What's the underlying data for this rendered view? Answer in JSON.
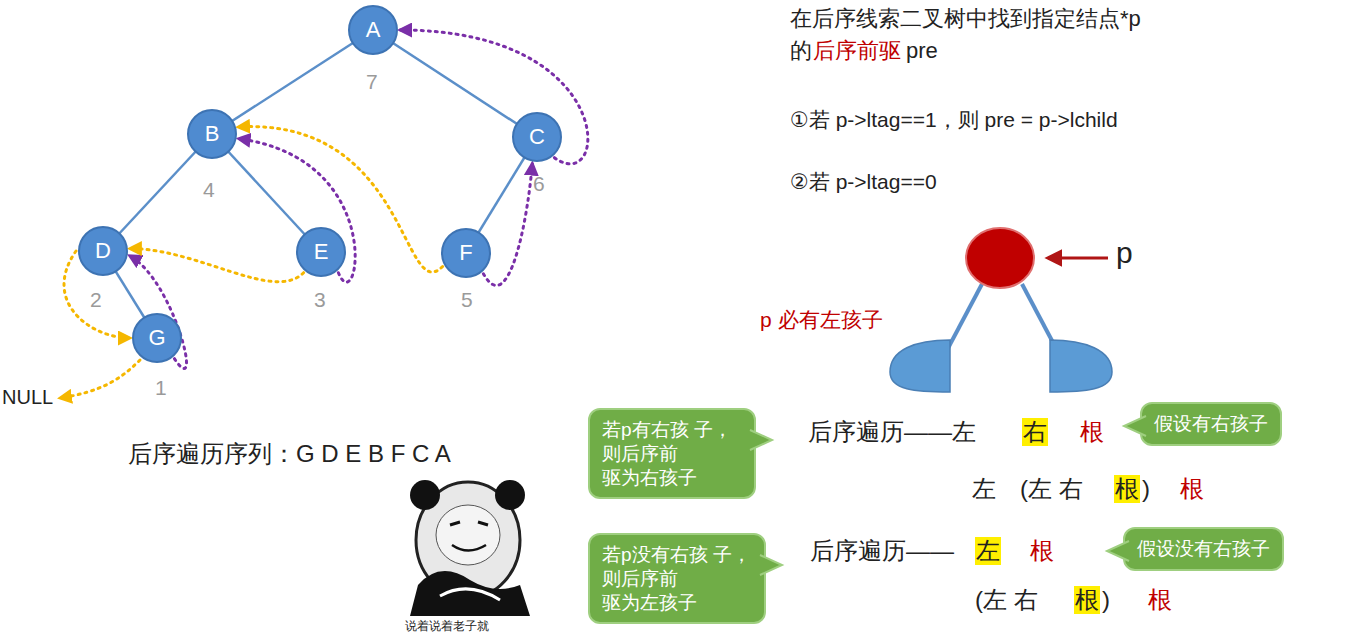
{
  "diagram": {
    "nodes": [
      {
        "text": [
          "A"
        ]
      },
      {
        "text": [
          "B"
        ]
      },
      {
        "text": [
          "C"
        ]
      },
      {
        "text": [
          "D"
        ]
      },
      {
        "text": [
          "E"
        ]
      },
      {
        "text": [
          "F"
        ]
      },
      {
        "text": [
          "G"
        ]
      },
      {
        "text": [
          "假设有右孩子"
        ]
      },
      {
        "text": [
          "若p有右孩 子，则后序前 驱为右孩子"
        ]
      },
      {
        "text": [
          "假设没有右孩子"
        ]
      },
      {
        "text": [
          "若p没有右孩 子，则后序前 驱为左孩子"
        ]
      }
    ],
    "edges": [
      {
        "from": 6,
        "to": 3,
        "arrow": "to"
      },
      {
        "from": 3,
        "to": 6,
        "arrow": "to"
      },
      {
        "from": 4,
        "to": 3,
        "arrow": "to"
      },
      {
        "from": 4,
        "to": 1,
        "arrow": "to"
      },
      {
        "from": 5,
        "to": 1,
        "arrow": "to"
      },
      {
        "from": 5,
        "to": 2,
        "arrow": "to"
      },
      {
        "from": 2,
        "to": 0,
        "arrow": "to"
      }
    ],
    "labels": [
      "在后序线索二叉树中找到指定结点*p",
      "的",
      "后序前驱",
      "pre",
      "①若 p->ltag==1，则 pre = p->lchild",
      "②若 p->ltag==0",
      "p",
      "p 必有左孩子",
      "后序遍历——左",
      "右",
      "根",
      "左",
      "(左 右",
      "根",
      ")",
      "根",
      "后序遍历——",
      "左",
      "根",
      "(左 右",
      "根",
      ")",
      "根",
      "7",
      "4",
      "6",
      "2",
      "3",
      "5",
      "1",
      "NULL",
      "后序遍历序列：G D E B F C A",
      "说着说着老子就"
    ]
  }
}
